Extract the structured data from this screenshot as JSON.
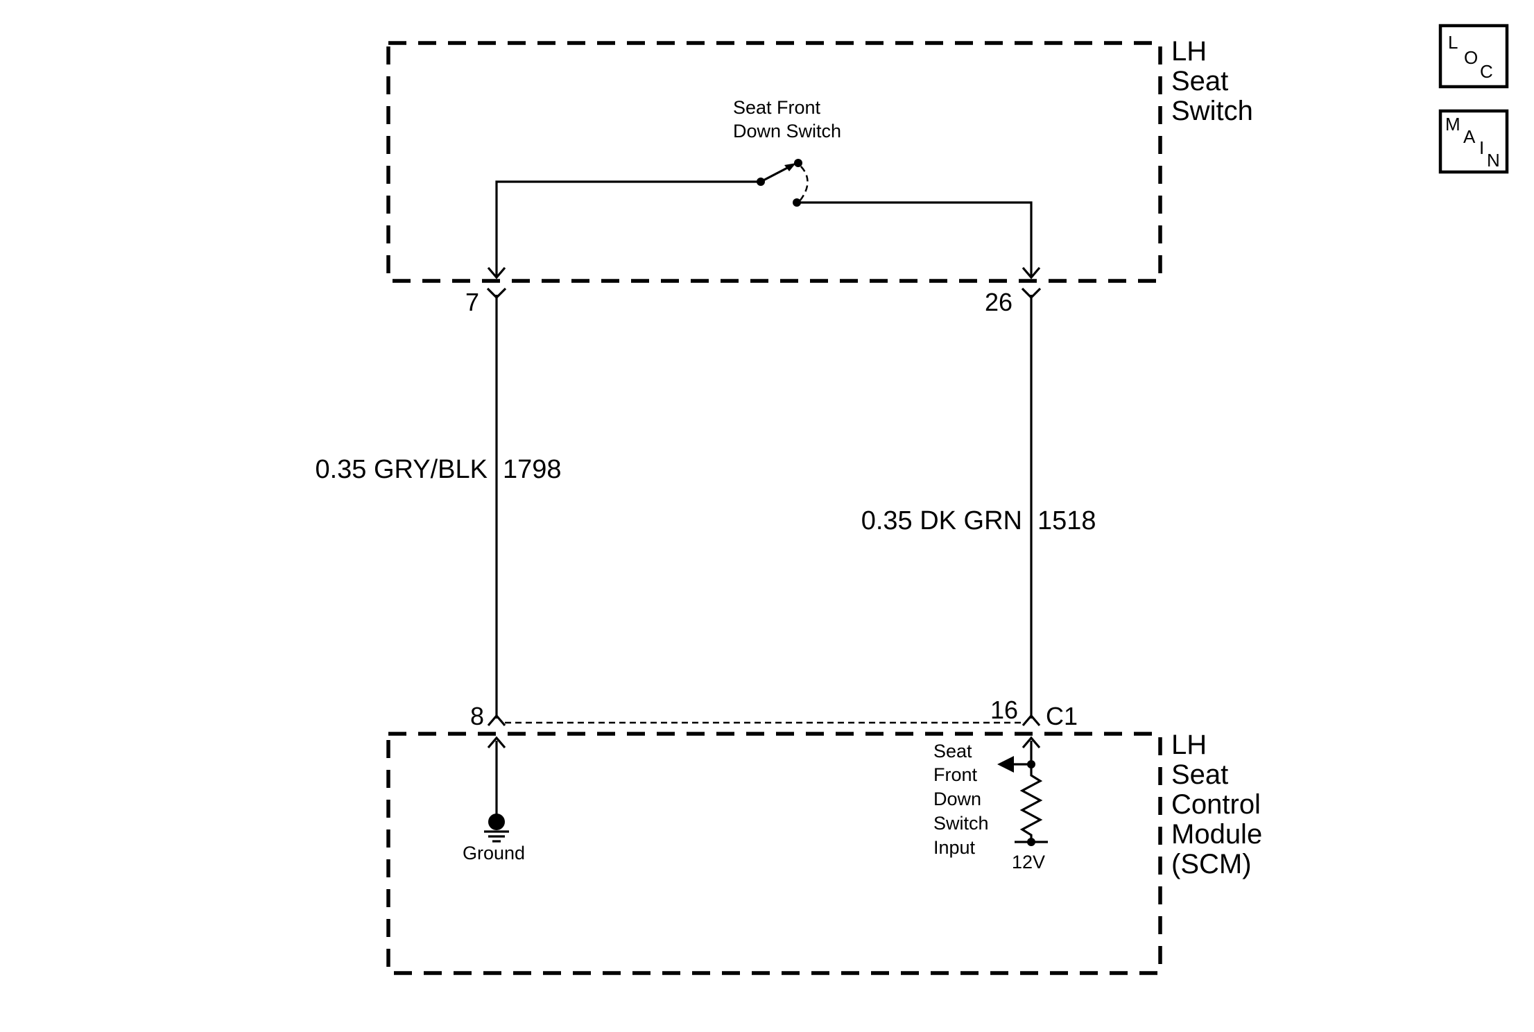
{
  "components": {
    "switch_module": {
      "name_lines": [
        "LH",
        "Seat",
        "Switch"
      ]
    },
    "control_module": {
      "name_lines": [
        "LH",
        "Seat",
        "Control",
        "Module",
        "(SCM)"
      ]
    },
    "front_down_switch": {
      "label_lines": [
        "Seat Front",
        "Down Switch"
      ]
    }
  },
  "pins": {
    "switch_left": "7",
    "switch_right": "26",
    "module_left": "8",
    "module_right": "16",
    "connector": "C1"
  },
  "wires": {
    "left": {
      "spec": "0.35 GRY/BLK",
      "circuit": "1798"
    },
    "right": {
      "spec": "0.35 DK GRN",
      "circuit": "1518"
    }
  },
  "ground": {
    "label": "Ground"
  },
  "input": {
    "label_lines": [
      "Seat",
      "Front",
      "Down",
      "Switch",
      "Input"
    ],
    "voltage": "12V"
  },
  "nav": {
    "loc": [
      "L",
      "O",
      "C"
    ],
    "main": [
      "M",
      "A",
      "I",
      "N"
    ]
  }
}
